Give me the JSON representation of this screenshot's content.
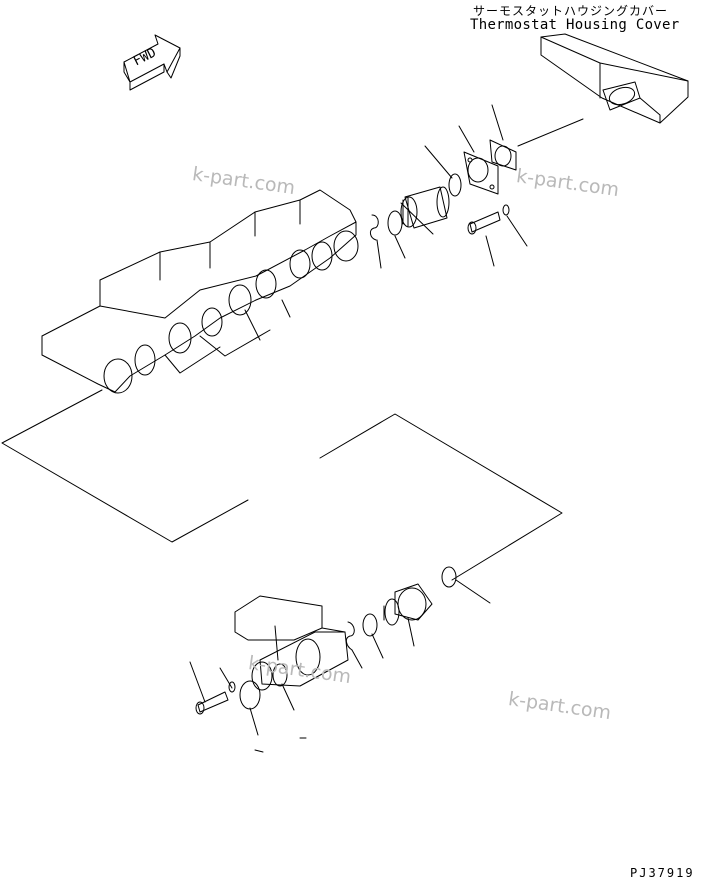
{
  "title": {
    "japanese": "サーモスタットハウジングカバー",
    "english": "Thermostat Housing Cover"
  },
  "fwd_arrow_label": "FWD",
  "watermarks": [
    "k-part.com",
    "k-part.com",
    "k-part.com",
    "k-part.com"
  ],
  "drawing_code": "PJ37919",
  "colors": {
    "line": "#000000",
    "watermark": "#b9b9b9",
    "background": "#ffffff"
  }
}
